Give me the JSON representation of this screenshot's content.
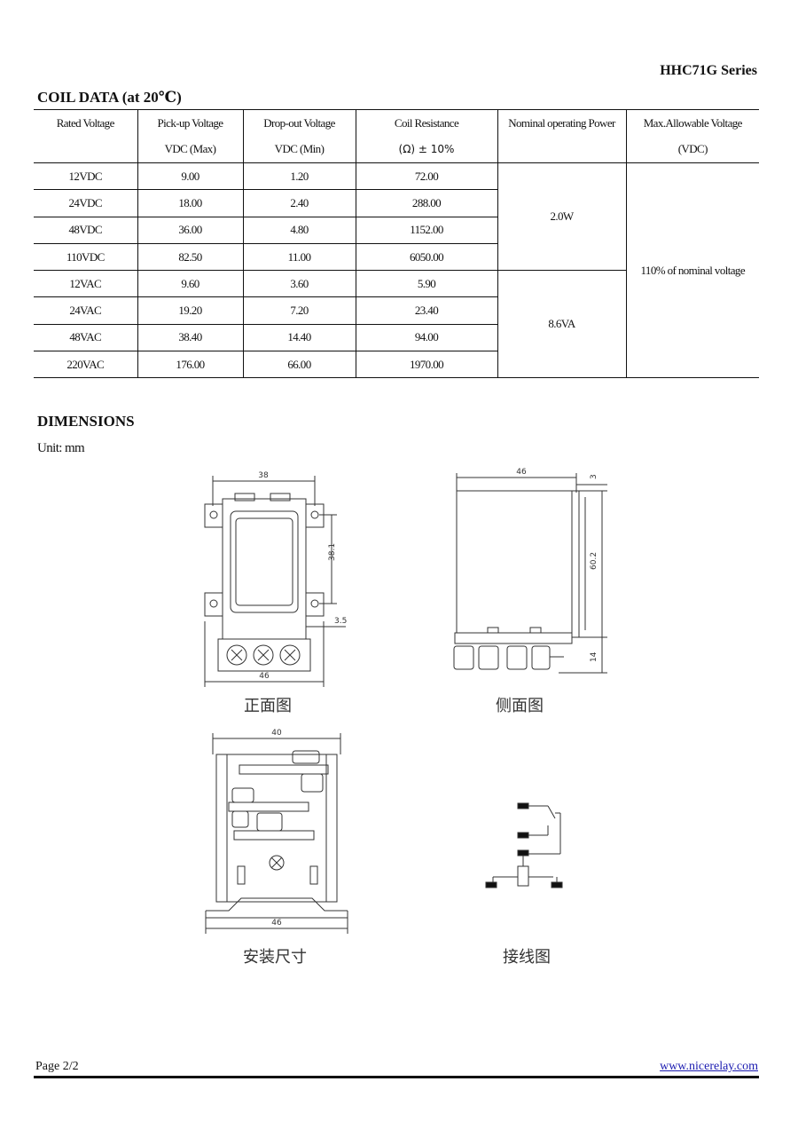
{
  "header": {
    "series": "HHC71G Series"
  },
  "coil_data": {
    "title": "COIL DATA (at 20℃)",
    "headers": [
      {
        "label": "Rated Voltage",
        "sub": ""
      },
      {
        "label": "Pick-up Voltage",
        "sub": "VDC (Max)"
      },
      {
        "label": "Drop-out Voltage",
        "sub": "VDC (Min)"
      },
      {
        "label": "Coil Resistance",
        "sub": "(Ω) ± 10%"
      },
      {
        "label": "Nominal operating Power",
        "sub": ""
      },
      {
        "label": "Max.Allowable Voltage",
        "sub": "(VDC)"
      }
    ],
    "rows": [
      [
        "12VDC",
        "9.00",
        "1.20",
        "72.00"
      ],
      [
        "24VDC",
        "18.00",
        "2.40",
        "288.00"
      ],
      [
        "48VDC",
        "36.00",
        "4.80",
        "1152.00"
      ],
      [
        "110VDC",
        "82.50",
        "11.00",
        "6050.00"
      ],
      [
        "12VAC",
        "9.60",
        "3.60",
        "5.90"
      ],
      [
        "24VAC",
        "19.20",
        "7.20",
        "23.40"
      ],
      [
        "48VAC",
        "38.40",
        "14.40",
        "94.00"
      ],
      [
        "220VAC",
        "176.00",
        "66.00",
        "1970.00"
      ]
    ],
    "power_dc": "2.0W",
    "power_ac": "8.6VA",
    "max_voltage": "110% of nominal voltage"
  },
  "dimensions": {
    "title": "DIMENSIONS",
    "unit": "Unit: mm",
    "front": {
      "caption": "正面图",
      "width_top": "38",
      "height_mid": "38.1",
      "offset": "3.5",
      "width_bottom": "46"
    },
    "side": {
      "caption": "侧面图",
      "width": "46",
      "top_gap": "3",
      "height": "60.2",
      "terminal": "14"
    },
    "mount": {
      "caption": "安装尺寸",
      "width_top": "40",
      "width_bottom": "46"
    },
    "wiring": {
      "caption": "接线图"
    }
  },
  "footer": {
    "page": "Page 2/2",
    "url": "www.nicerelay.com"
  }
}
